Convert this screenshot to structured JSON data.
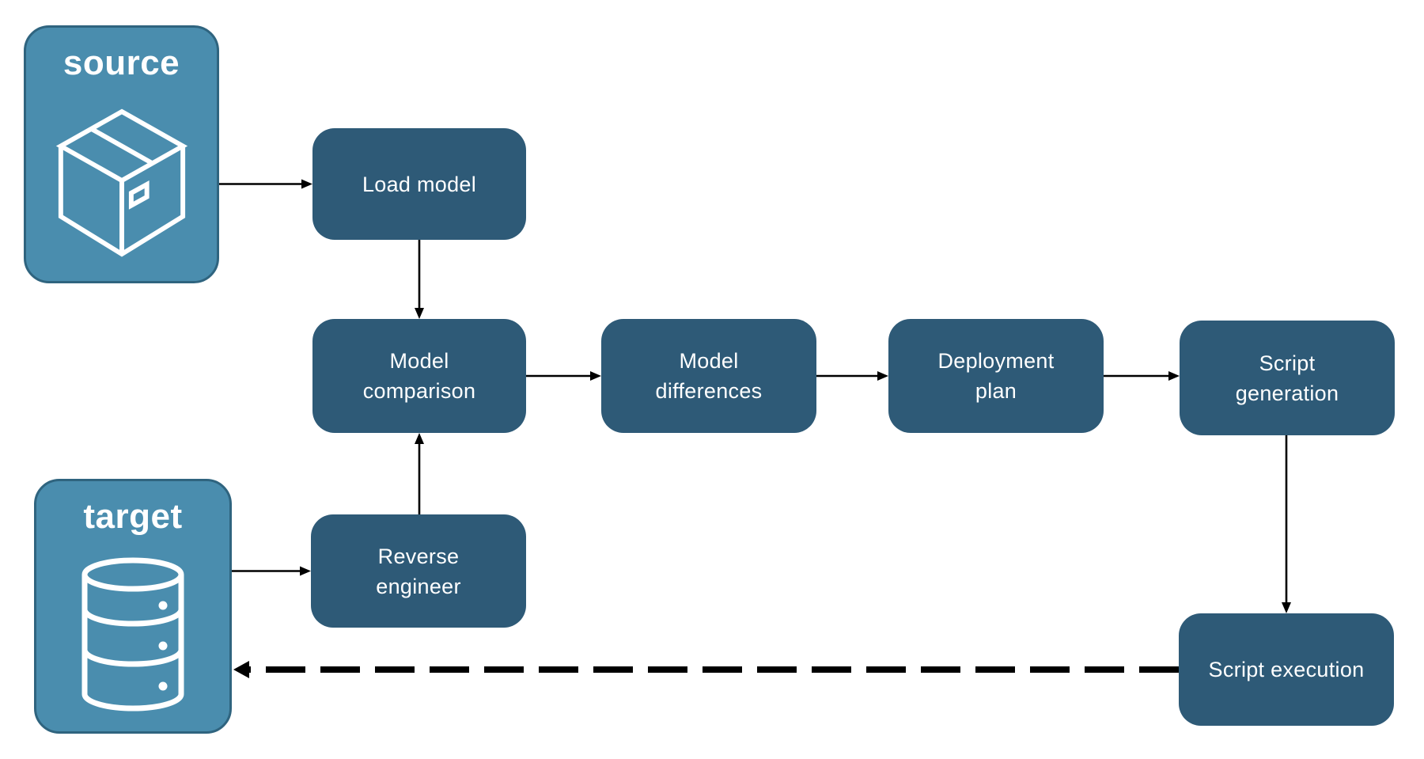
{
  "diagram": {
    "nodes": {
      "source": {
        "label": "source",
        "kind": "endpoint",
        "icon": "package-icon"
      },
      "target": {
        "label": "target",
        "kind": "endpoint",
        "icon": "database-icon"
      },
      "load_model": {
        "label": "Load model",
        "kind": "process"
      },
      "model_comparison": {
        "label": "Model comparison",
        "kind": "process"
      },
      "model_differences": {
        "label": "Model differences",
        "kind": "process"
      },
      "deployment_plan": {
        "label": "Deployment plan",
        "kind": "process"
      },
      "script_generation": {
        "label": "Script generation",
        "kind": "process"
      },
      "reverse_engineer": {
        "label": "Reverse engineer",
        "kind": "process"
      },
      "script_execution": {
        "label": "Script execution",
        "kind": "process"
      }
    },
    "edges": [
      {
        "from": "source",
        "to": "load_model",
        "style": "solid"
      },
      {
        "from": "load_model",
        "to": "model_comparison",
        "style": "solid"
      },
      {
        "from": "target",
        "to": "reverse_engineer",
        "style": "solid"
      },
      {
        "from": "reverse_engineer",
        "to": "model_comparison",
        "style": "solid"
      },
      {
        "from": "model_comparison",
        "to": "model_differences",
        "style": "solid"
      },
      {
        "from": "model_differences",
        "to": "deployment_plan",
        "style": "solid"
      },
      {
        "from": "deployment_plan",
        "to": "script_generation",
        "style": "solid"
      },
      {
        "from": "script_generation",
        "to": "script_execution",
        "style": "solid"
      },
      {
        "from": "script_execution",
        "to": "target",
        "style": "dashed"
      }
    ]
  },
  "colors": {
    "node-fill": "#2E5A77",
    "endpoint-fill": "#4A8DAE",
    "endpoint-border": "#2F647F",
    "node-text": "#FFFFFF",
    "arrow": "#000000",
    "canvas-bg": "#FFFFFF"
  }
}
